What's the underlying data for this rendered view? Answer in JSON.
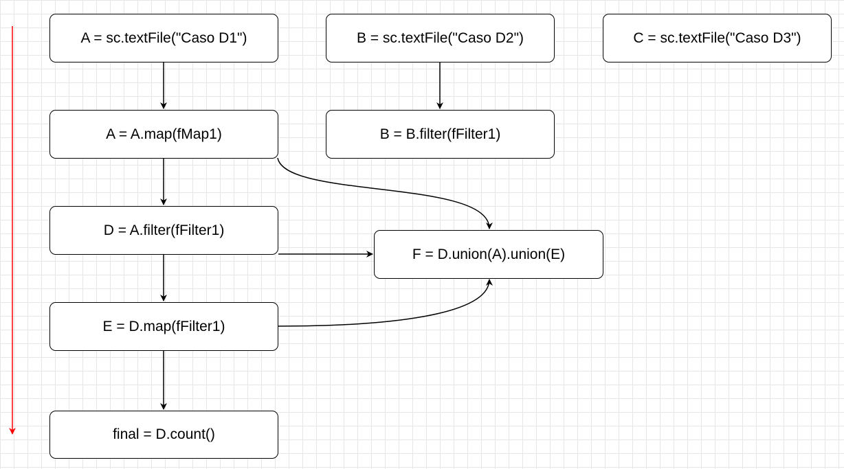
{
  "nodes": {
    "a_load": "A = sc.textFile(\"Caso D1\")",
    "b_load": "B = sc.textFile(\"Caso D2\")",
    "c_load": "C = sc.textFile(\"Caso D3\")",
    "a_map": "A = A.map(fMap1)",
    "b_filter": "B = B.filter(fFilter1)",
    "d_filter": "D = A.filter(fFilter1)",
    "f_union": "F = D.union(A).union(E)",
    "e_map": "E = D.map(fFilter1)",
    "final_count": "final = D.count()"
  },
  "colors": {
    "edge": "#000000",
    "timeline": "#ff0000",
    "grid": "#e6e6e6"
  }
}
